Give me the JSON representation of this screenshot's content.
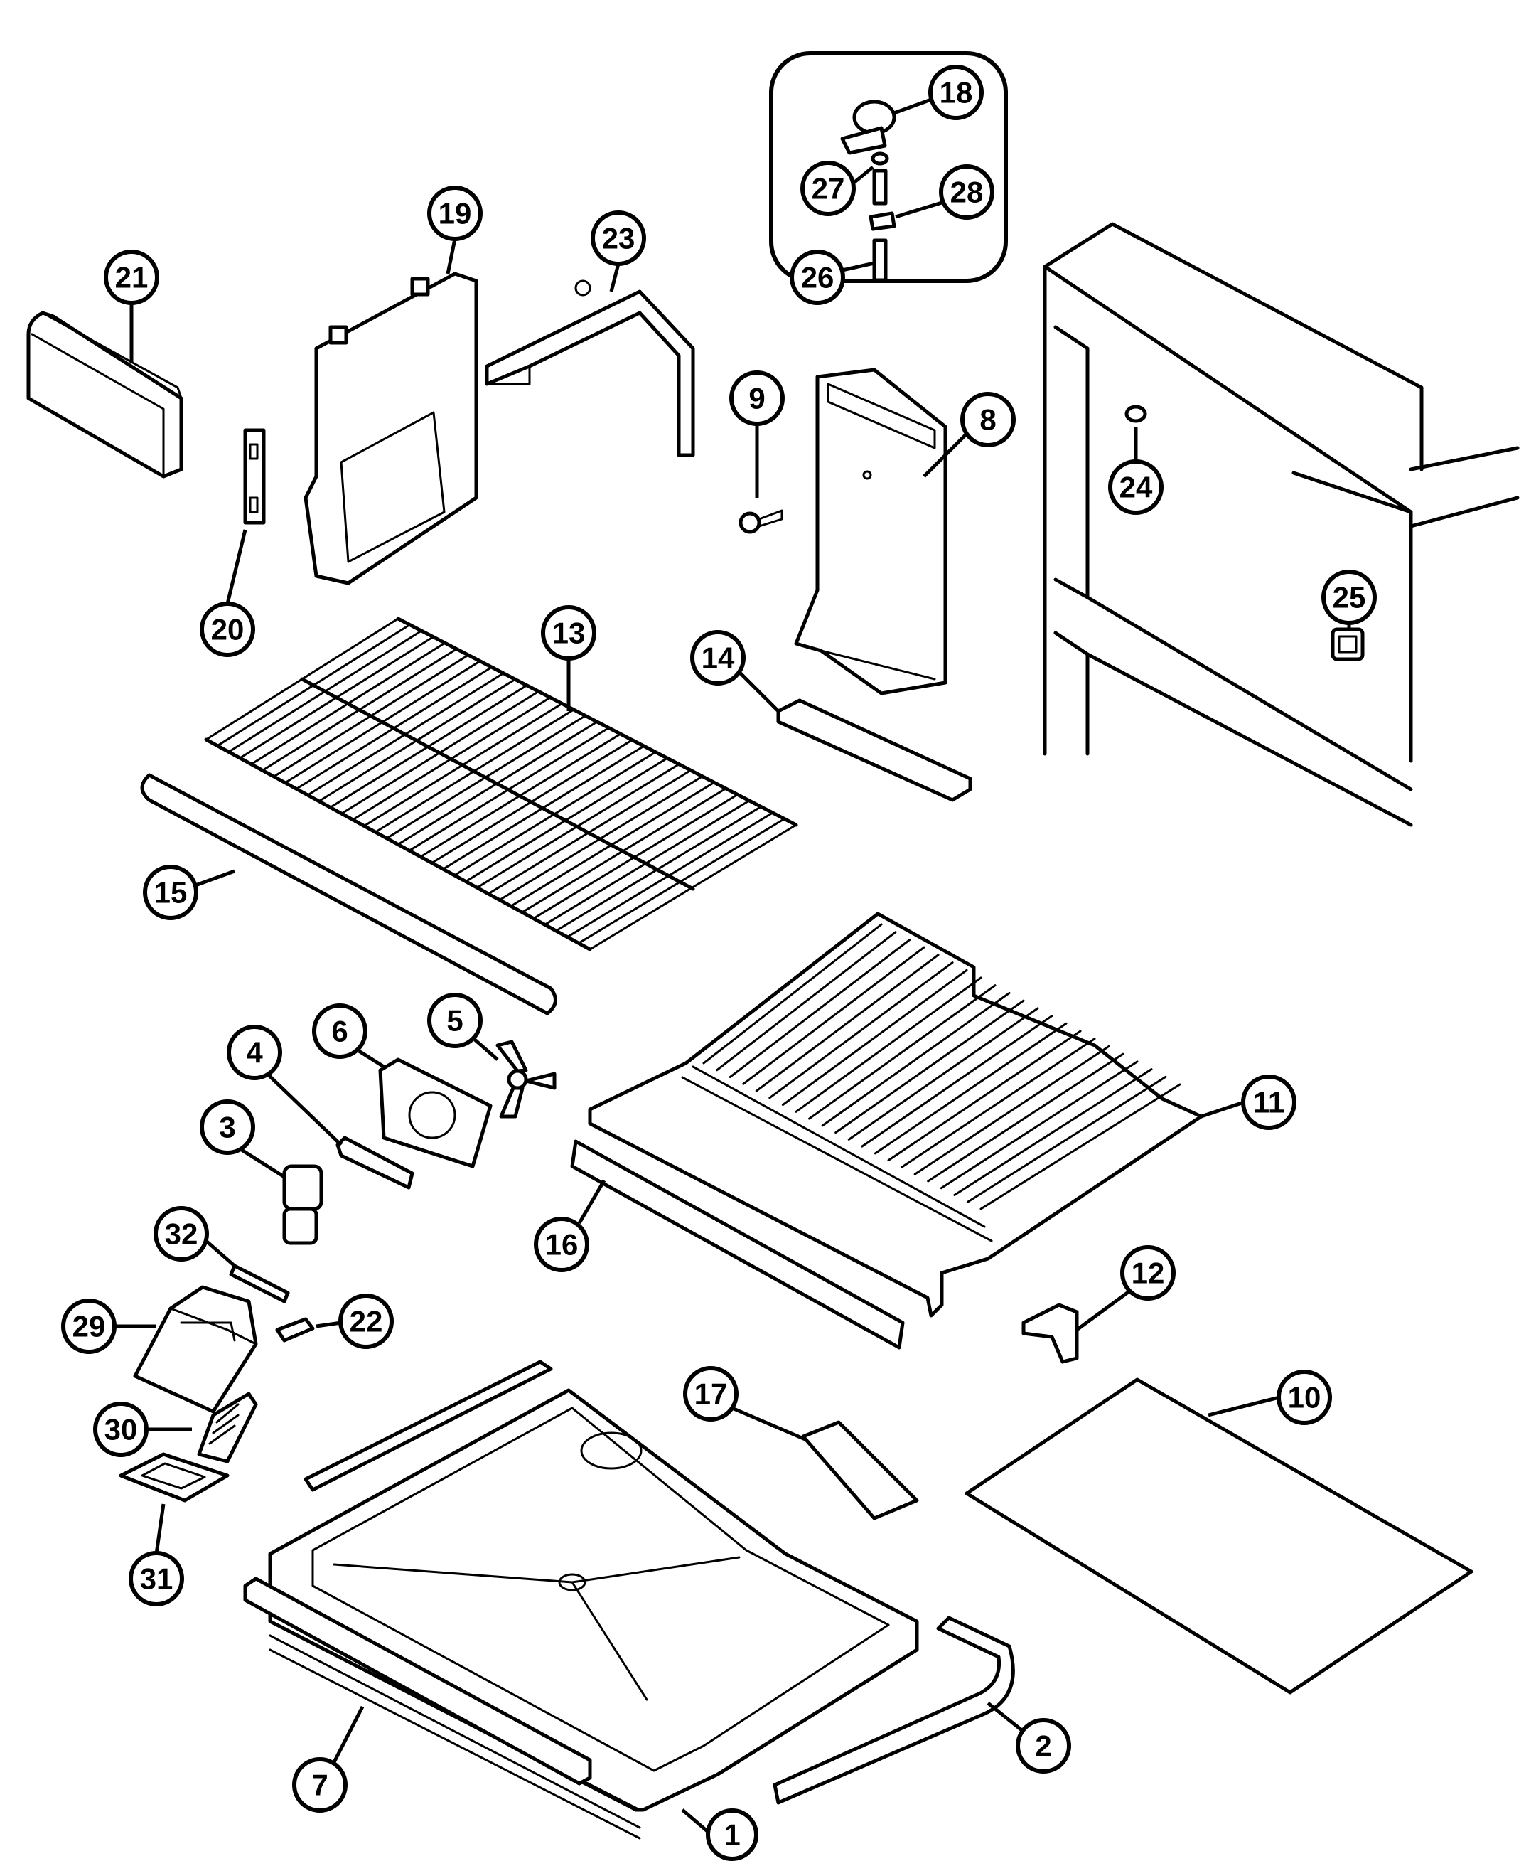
{
  "diagram": {
    "callouts": [
      {
        "id": "1",
        "label": "1"
      },
      {
        "id": "2",
        "label": "2"
      },
      {
        "id": "3",
        "label": "3"
      },
      {
        "id": "4",
        "label": "4"
      },
      {
        "id": "5",
        "label": "5"
      },
      {
        "id": "6",
        "label": "6"
      },
      {
        "id": "7",
        "label": "7"
      },
      {
        "id": "8",
        "label": "8"
      },
      {
        "id": "9",
        "label": "9"
      },
      {
        "id": "10",
        "label": "10"
      },
      {
        "id": "11",
        "label": "11"
      },
      {
        "id": "12",
        "label": "12"
      },
      {
        "id": "13",
        "label": "13"
      },
      {
        "id": "14",
        "label": "14"
      },
      {
        "id": "15",
        "label": "15"
      },
      {
        "id": "16",
        "label": "16"
      },
      {
        "id": "17",
        "label": "17"
      },
      {
        "id": "18",
        "label": "18"
      },
      {
        "id": "19",
        "label": "19"
      },
      {
        "id": "20",
        "label": "20"
      },
      {
        "id": "21",
        "label": "21"
      },
      {
        "id": "22",
        "label": "22"
      },
      {
        "id": "23",
        "label": "23"
      },
      {
        "id": "24",
        "label": "24"
      },
      {
        "id": "25",
        "label": "25"
      },
      {
        "id": "26",
        "label": "26"
      },
      {
        "id": "27",
        "label": "27"
      },
      {
        "id": "28",
        "label": "28"
      },
      {
        "id": "29",
        "label": "29"
      },
      {
        "id": "30",
        "label": "30"
      },
      {
        "id": "31",
        "label": "31"
      },
      {
        "id": "32",
        "label": "32"
      }
    ]
  }
}
